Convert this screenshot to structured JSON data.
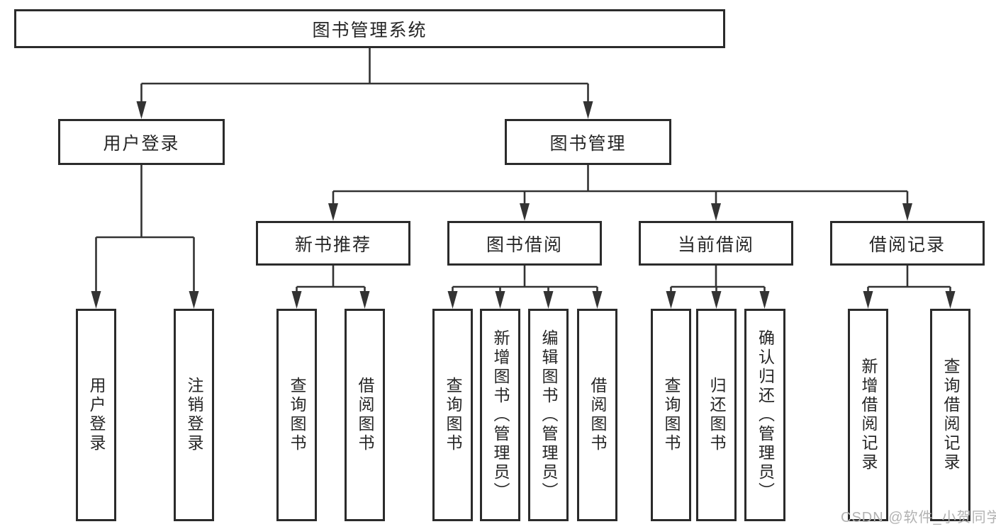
{
  "root": {
    "label": "图书管理系统"
  },
  "branches": [
    {
      "label": "用户登录"
    },
    {
      "label": "图书管理"
    }
  ],
  "modules": [
    {
      "label": "新书推荐"
    },
    {
      "label": "图书借阅"
    },
    {
      "label": "当前借阅"
    },
    {
      "label": "借阅记录"
    }
  ],
  "leaves": [
    {
      "label": "用户登录"
    },
    {
      "label": "注销登录"
    },
    {
      "label": "查询图书"
    },
    {
      "label": "借阅图书"
    },
    {
      "label": "查询图书"
    },
    {
      "label": "新增图书（管理员）"
    },
    {
      "label": "编辑图书（管理员）"
    },
    {
      "label": "借阅图书"
    },
    {
      "label": "查询图书"
    },
    {
      "label": "归还图书"
    },
    {
      "label": "确认归还（管理员）"
    },
    {
      "label": "新增借阅记录"
    },
    {
      "label": "查询借阅记录"
    }
  ],
  "watermark": {
    "text": "CSDN @软件_小贺同学"
  },
  "colors": {
    "line": "#333333",
    "border": "#2b2b2b",
    "text": "#262626",
    "watermark": "#b2b2b2",
    "background": "#ffffff"
  }
}
